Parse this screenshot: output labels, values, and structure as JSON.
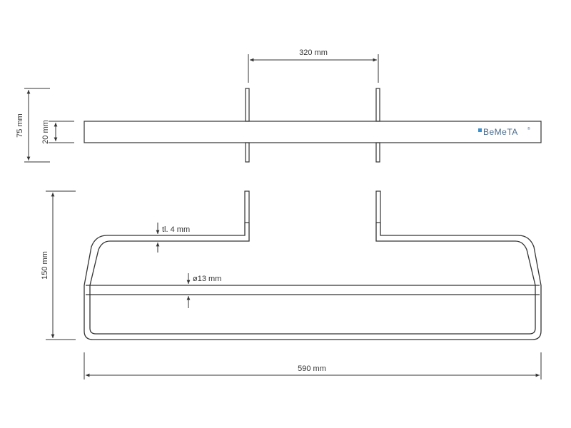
{
  "dimensions": {
    "bracket_spacing": "320 mm",
    "total_height_top": "75 mm",
    "bar_thickness": "20 mm",
    "depth": "150 mm",
    "wall_thickness": "tl. 4 mm",
    "rod_diameter": "ø13 mm",
    "overall_width": "590 mm"
  },
  "logo": {
    "text": "BeMeTA",
    "registered_mark": "®"
  },
  "colors": {
    "line": "#333333",
    "logo": "#4a6a8a",
    "logo_square": "#3a8fd0"
  }
}
